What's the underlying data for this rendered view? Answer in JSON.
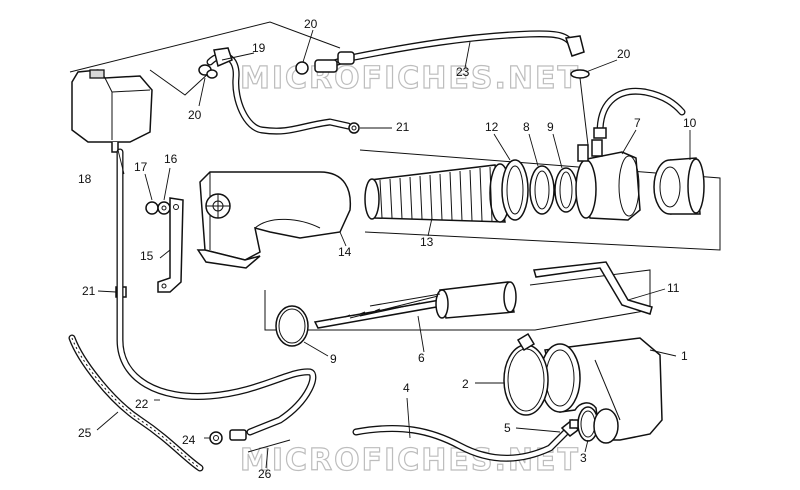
{
  "watermarks": [
    "MICROFICHES.NET",
    "MICROFICHES.NET"
  ],
  "callouts": {
    "c1": "1",
    "c2": "2",
    "c3": "3",
    "c4": "4",
    "c5": "5",
    "c6": "6",
    "c7": "7",
    "c8": "8",
    "c9a": "9",
    "c9b": "9",
    "c10": "10",
    "c11": "11",
    "c12": "12",
    "c13": "13",
    "c14": "14",
    "c15": "15",
    "c16": "16",
    "c17": "17",
    "c18": "18",
    "c19": "19",
    "c20a": "20",
    "c20b": "20",
    "c20c": "20",
    "c21a": "21",
    "c21b": "21",
    "c22": "22",
    "c23": "23",
    "c24": "24",
    "c25": "25",
    "c26": "26"
  }
}
